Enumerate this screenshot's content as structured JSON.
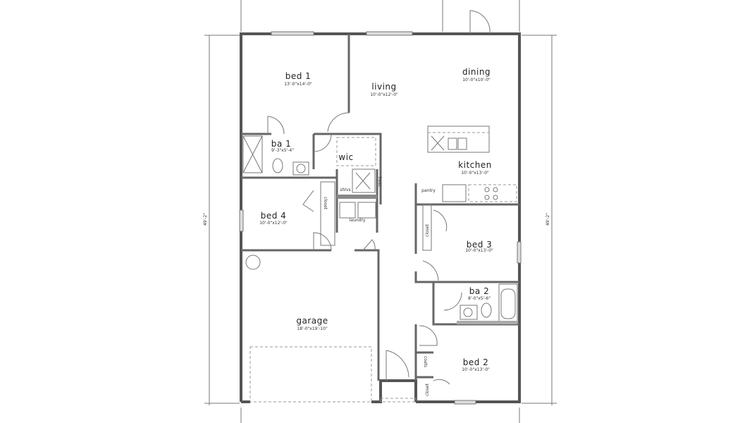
{
  "plan": {
    "overall_dimension_left": "49'-2\"",
    "overall_dimension_right": "49'-2\"",
    "rooms": {
      "bed1": {
        "name": "bed 1",
        "size": "13'-0\"x14'-0\""
      },
      "living": {
        "name": "living",
        "size": "10'-0\"x12'-0\""
      },
      "dining": {
        "name": "dining",
        "size": "10'-0\"x10'-0\""
      },
      "ba1": {
        "name": "ba 1",
        "size": "9'-3\"x5'-4\""
      },
      "wic": {
        "name": "wic"
      },
      "kitchen": {
        "name": "kitchen",
        "size": "10'-0\"x13'-0\""
      },
      "bed4": {
        "name": "bed 4",
        "size": "10'-0\"x12'-0\""
      },
      "bed3": {
        "name": "bed 3",
        "size": "10'-0\"x13'-0\""
      },
      "ba2": {
        "name": "ba 2",
        "size": "8'-0\"x5'-6\""
      },
      "garage": {
        "name": "garage",
        "size": "18'-0\"x19'-10\""
      },
      "bed2": {
        "name": "bed 2",
        "size": "10'-0\"x13'-0\""
      }
    },
    "labels": {
      "shlvs": "shlvs",
      "hvac": "hvac",
      "laundry": "laundry",
      "pantry": "pantry",
      "closet_bed4": "closet",
      "closet_bed3": "closet",
      "closet_bed2": "closet",
      "coats": "coats"
    }
  }
}
